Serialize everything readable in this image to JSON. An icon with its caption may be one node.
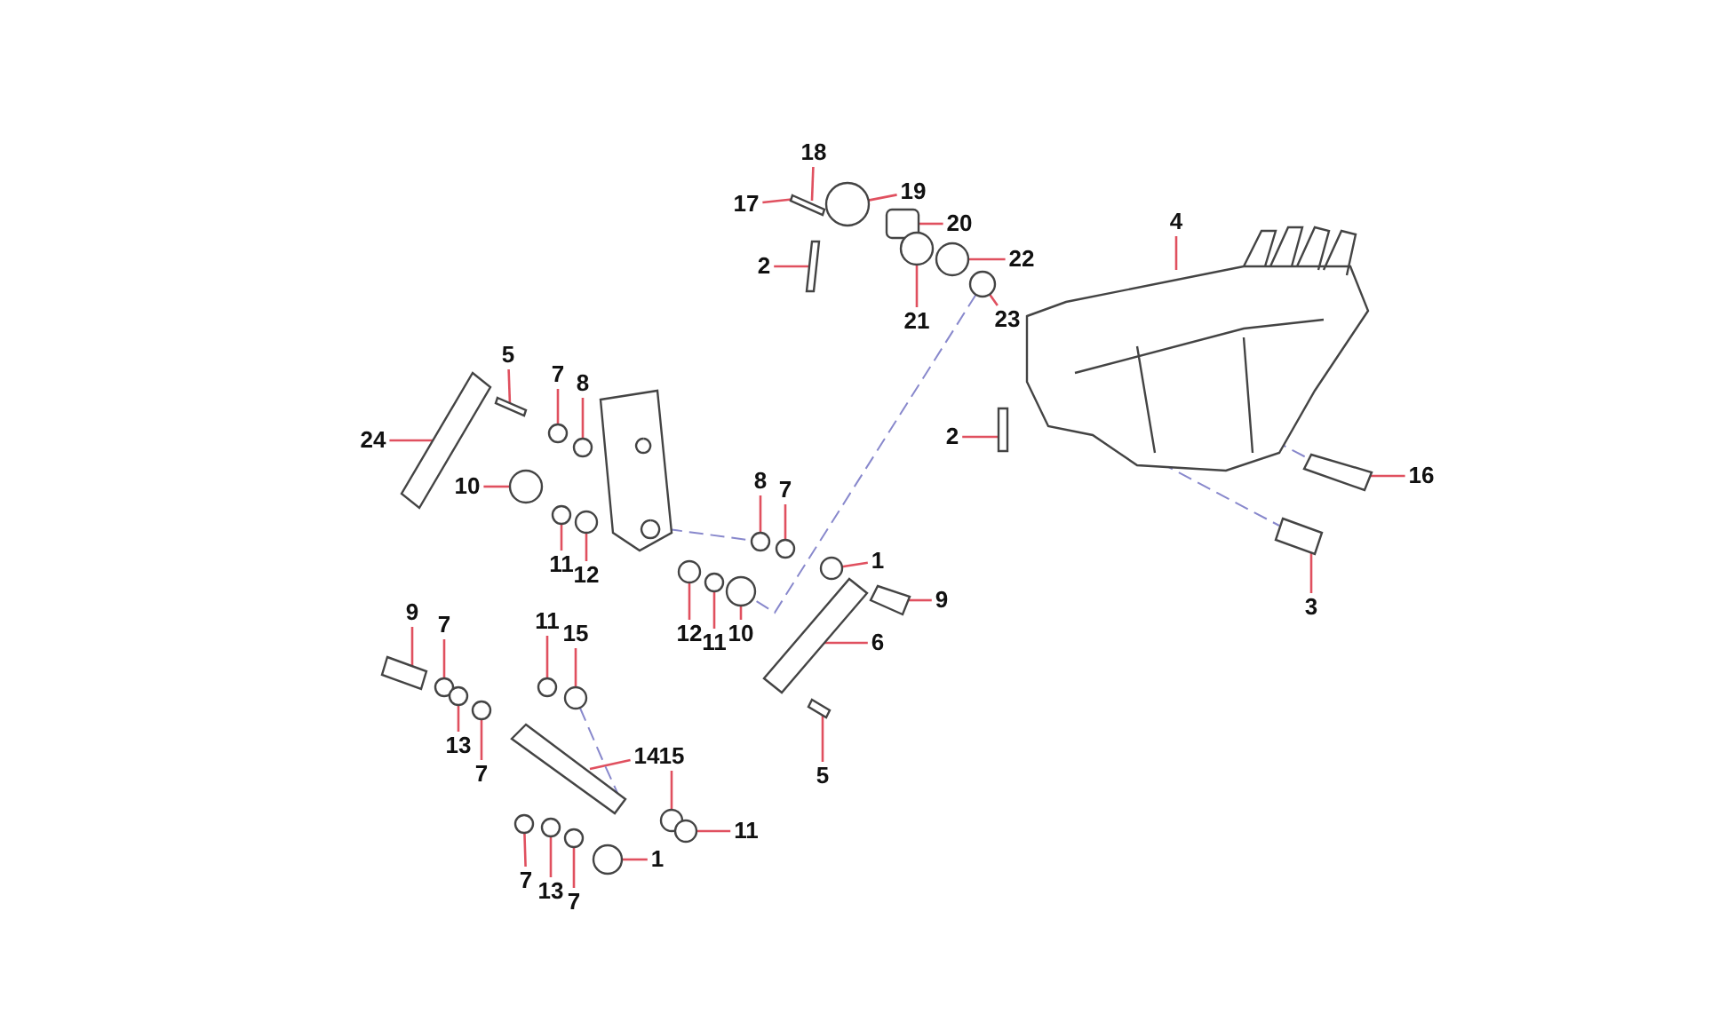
{
  "diagram": {
    "nodes": [
      {
        "text": [
          "18"
        ]
      },
      {
        "text": [
          "19"
        ]
      },
      {
        "text": [
          "17"
        ]
      },
      {
        "text": [
          "20"
        ]
      },
      {
        "text": [
          "2"
        ]
      },
      {
        "text": [
          "22"
        ]
      },
      {
        "text": [
          "4"
        ]
      },
      {
        "text": [
          "23"
        ]
      },
      {
        "text": [
          "21"
        ]
      },
      {
        "text": [
          "5"
        ]
      },
      {
        "text": [
          "7"
        ]
      },
      {
        "text": [
          "8"
        ]
      },
      {
        "text": [
          "24"
        ]
      },
      {
        "text": [
          "2"
        ]
      },
      {
        "text": [
          "10"
        ]
      },
      {
        "text": [
          "16"
        ]
      },
      {
        "text": [
          "8"
        ]
      },
      {
        "text": [
          "7"
        ]
      },
      {
        "text": [
          "11"
        ]
      },
      {
        "text": [
          "12"
        ]
      },
      {
        "text": [
          "1"
        ]
      },
      {
        "text": [
          "9"
        ]
      },
      {
        "text": [
          "3"
        ]
      },
      {
        "text": [
          "12"
        ]
      },
      {
        "text": [
          "11"
        ]
      },
      {
        "text": [
          "10"
        ]
      },
      {
        "text": [
          "9"
        ]
      },
      {
        "text": [
          "7"
        ]
      },
      {
        "text": [
          "11"
        ]
      },
      {
        "text": [
          "15"
        ]
      },
      {
        "text": [
          "6"
        ]
      },
      {
        "text": [
          "13"
        ]
      },
      {
        "text": [
          "7"
        ]
      },
      {
        "text": [
          "14"
        ]
      },
      {
        "text": [
          "15"
        ]
      },
      {
        "text": [
          "5"
        ]
      },
      {
        "text": [
          "11"
        ]
      },
      {
        "text": [
          "1"
        ]
      },
      {
        "text": [
          "7"
        ]
      },
      {
        "text": [
          "13"
        ]
      },
      {
        "text": [
          "7"
        ]
      },
      {
        "text": [],
        "shape": "bar"
      },
      {
        "text": [],
        "shape": "circle"
      },
      {
        "text": [],
        "shape": "bar"
      },
      {
        "text": [],
        "shape": "box"
      },
      {
        "text": [],
        "shape": "circle"
      },
      {
        "text": [],
        "shape": "circle"
      },
      {
        "text": [],
        "shape": "picture"
      },
      {
        "text": [],
        "shape": "circle"
      },
      {
        "text": [],
        "shape": "bar"
      },
      {
        "text": [],
        "shape": "circle"
      },
      {
        "text": [],
        "shape": "circle"
      },
      {
        "text": [],
        "shape": "bar"
      },
      {
        "text": [],
        "shape": "bar"
      },
      {
        "text": [],
        "shape": "circle"
      },
      {
        "text": [],
        "shape": "bar"
      },
      {
        "text": [],
        "shape": "circle"
      },
      {
        "text": [],
        "shape": "circle"
      },
      {
        "text": [],
        "shape": "circle"
      },
      {
        "text": [],
        "shape": "circle"
      },
      {
        "text": [],
        "shape": "circle"
      },
      {
        "text": [],
        "shape": "bar"
      },
      {
        "text": [],
        "shape": "bar"
      },
      {
        "text": [],
        "shape": "circle"
      },
      {
        "text": [],
        "shape": "circle"
      },
      {
        "text": [],
        "shape": "circle"
      },
      {
        "text": [],
        "shape": "bar"
      },
      {
        "text": [],
        "shape": "circle"
      },
      {
        "text": [],
        "shape": "circle"
      },
      {
        "text": [],
        "shape": "circle"
      },
      {
        "text": [],
        "shape": "bar"
      },
      {
        "text": [],
        "shape": "circle"
      },
      {
        "text": [],
        "shape": "circle"
      },
      {
        "text": [],
        "shape": "picture"
      },
      {
        "text": [],
        "shape": "circle"
      },
      {
        "text": [],
        "shape": "bar"
      },
      {
        "text": [],
        "shape": "circle"
      },
      {
        "text": [],
        "shape": "circle"
      },
      {
        "text": [],
        "shape": "circle"
      },
      {
        "text": [],
        "shape": "circle"
      },
      {
        "text": [],
        "shape": "circle"
      },
      {
        "text": [],
        "shape": "picture"
      }
    ],
    "edges": [
      {
        "from": 0,
        "to": 41,
        "arrow": "none"
      },
      {
        "from": 1,
        "to": 42,
        "arrow": "none"
      },
      {
        "from": 2,
        "to": 41,
        "arrow": "none"
      },
      {
        "from": 3,
        "to": 44,
        "arrow": "none"
      },
      {
        "from": 4,
        "to": 43,
        "arrow": "none"
      },
      {
        "from": 5,
        "to": 46,
        "arrow": "none"
      },
      {
        "from": 6,
        "to": 47,
        "arrow": "none"
      },
      {
        "from": 7,
        "to": 48,
        "arrow": "none"
      },
      {
        "from": 8,
        "to": 45,
        "arrow": "none"
      },
      {
        "from": 9,
        "to": 49,
        "arrow": "none"
      },
      {
        "from": 10,
        "to": 50,
        "arrow": "none"
      },
      {
        "from": 11,
        "to": 51,
        "arrow": "none"
      },
      {
        "from": 12,
        "to": 52,
        "arrow": "none"
      },
      {
        "from": 13,
        "to": 53,
        "arrow": "none"
      },
      {
        "from": 14,
        "to": 54,
        "arrow": "none"
      },
      {
        "from": 15,
        "to": 55,
        "arrow": "none"
      },
      {
        "from": 16,
        "to": 56,
        "arrow": "none"
      },
      {
        "from": 17,
        "to": 57,
        "arrow": "none"
      },
      {
        "from": 18,
        "to": 58,
        "arrow": "none"
      },
      {
        "from": 19,
        "to": 59,
        "arrow": "none"
      },
      {
        "from": 20,
        "to": 60,
        "arrow": "none"
      },
      {
        "from": 21,
        "to": 61,
        "arrow": "none"
      },
      {
        "from": 22,
        "to": 62,
        "arrow": "none"
      },
      {
        "from": 23,
        "to": 63,
        "arrow": "none"
      },
      {
        "from": 24,
        "to": 64,
        "arrow": "none"
      },
      {
        "from": 25,
        "to": 65,
        "arrow": "none"
      },
      {
        "from": 26,
        "to": 66,
        "arrow": "none"
      },
      {
        "from": 27,
        "to": 67,
        "arrow": "none"
      },
      {
        "from": 28,
        "to": 68,
        "arrow": "none"
      },
      {
        "from": 29,
        "to": 69,
        "arrow": "none"
      },
      {
        "from": 30,
        "to": 70,
        "arrow": "none"
      },
      {
        "from": 31,
        "to": 71,
        "arrow": "none"
      },
      {
        "from": 32,
        "to": 72,
        "arrow": "none"
      },
      {
        "from": 33,
        "to": 73,
        "arrow": "none"
      },
      {
        "from": 34,
        "to": 74,
        "arrow": "none"
      },
      {
        "from": 35,
        "to": 75,
        "arrow": "none"
      },
      {
        "from": 36,
        "to": 76,
        "arrow": "none"
      },
      {
        "from": 37,
        "to": 77,
        "arrow": "none"
      },
      {
        "from": 38,
        "to": 78,
        "arrow": "none"
      },
      {
        "from": 39,
        "to": 79,
        "arrow": "none"
      },
      {
        "from": 40,
        "to": 80,
        "arrow": "none"
      },
      {
        "from": 48,
        "to": 65,
        "arrow": "none",
        "style": "dashed",
        "color": "#8888cc"
      },
      {
        "from": 81,
        "to": 56,
        "arrow": "none",
        "style": "dashed",
        "color": "#8888cc"
      },
      {
        "from": 47,
        "to": 55,
        "arrow": "none",
        "style": "dashed",
        "color": "#8888cc"
      },
      {
        "from": 47,
        "to": 62,
        "arrow": "none",
        "style": "dashed",
        "color": "#8888cc"
      },
      {
        "from": 69,
        "to": 73,
        "arrow": "none",
        "style": "dashed",
        "color": "#8888cc"
      }
    ]
  }
}
